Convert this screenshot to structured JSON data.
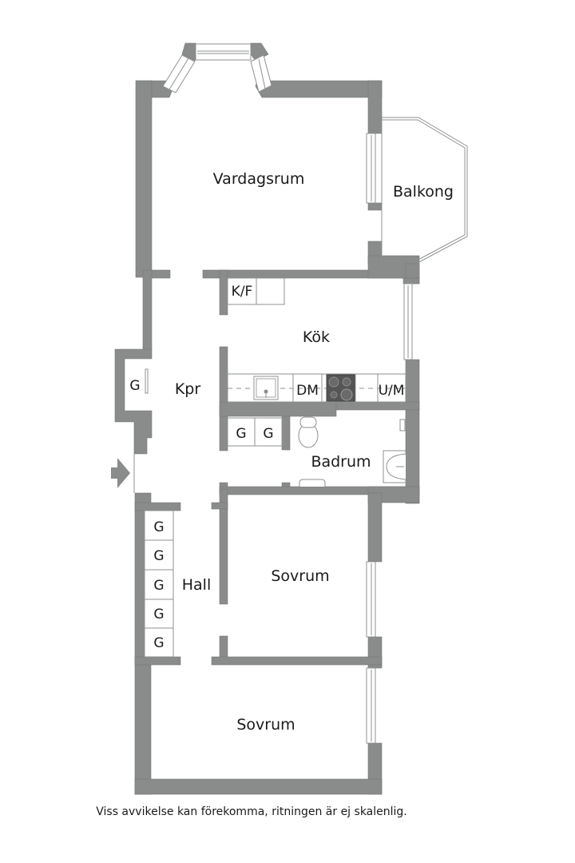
{
  "plan": {
    "wall_color": "#8a8c8c",
    "wall_stroke": "#6f7171",
    "line_color": "#9a9a9a",
    "stove_color": "#555555",
    "rooms": {
      "living_room": "Vardagsrum",
      "balcony": "Balkong",
      "kitchen": "Kök",
      "hallway_closet": "Kpr",
      "bathroom": "Badrum",
      "hall": "Hall",
      "bedroom_1": "Sovrum",
      "bedroom_2": "Sovrum"
    },
    "fixtures": {
      "fridge_freezer": "K/F",
      "dishwasher": "DM",
      "microwave": "U/M",
      "kpr_wardrobe": "G",
      "kitchen_wardrobes": [
        "G",
        "G"
      ],
      "hall_wardrobes": [
        "G",
        "G",
        "G",
        "G",
        "G"
      ]
    },
    "entrance_icon": "arrow-right-icon"
  },
  "footer": {
    "disclaimer": "Viss avvikelse kan förekomma, ritningen är ej skalenlig."
  }
}
